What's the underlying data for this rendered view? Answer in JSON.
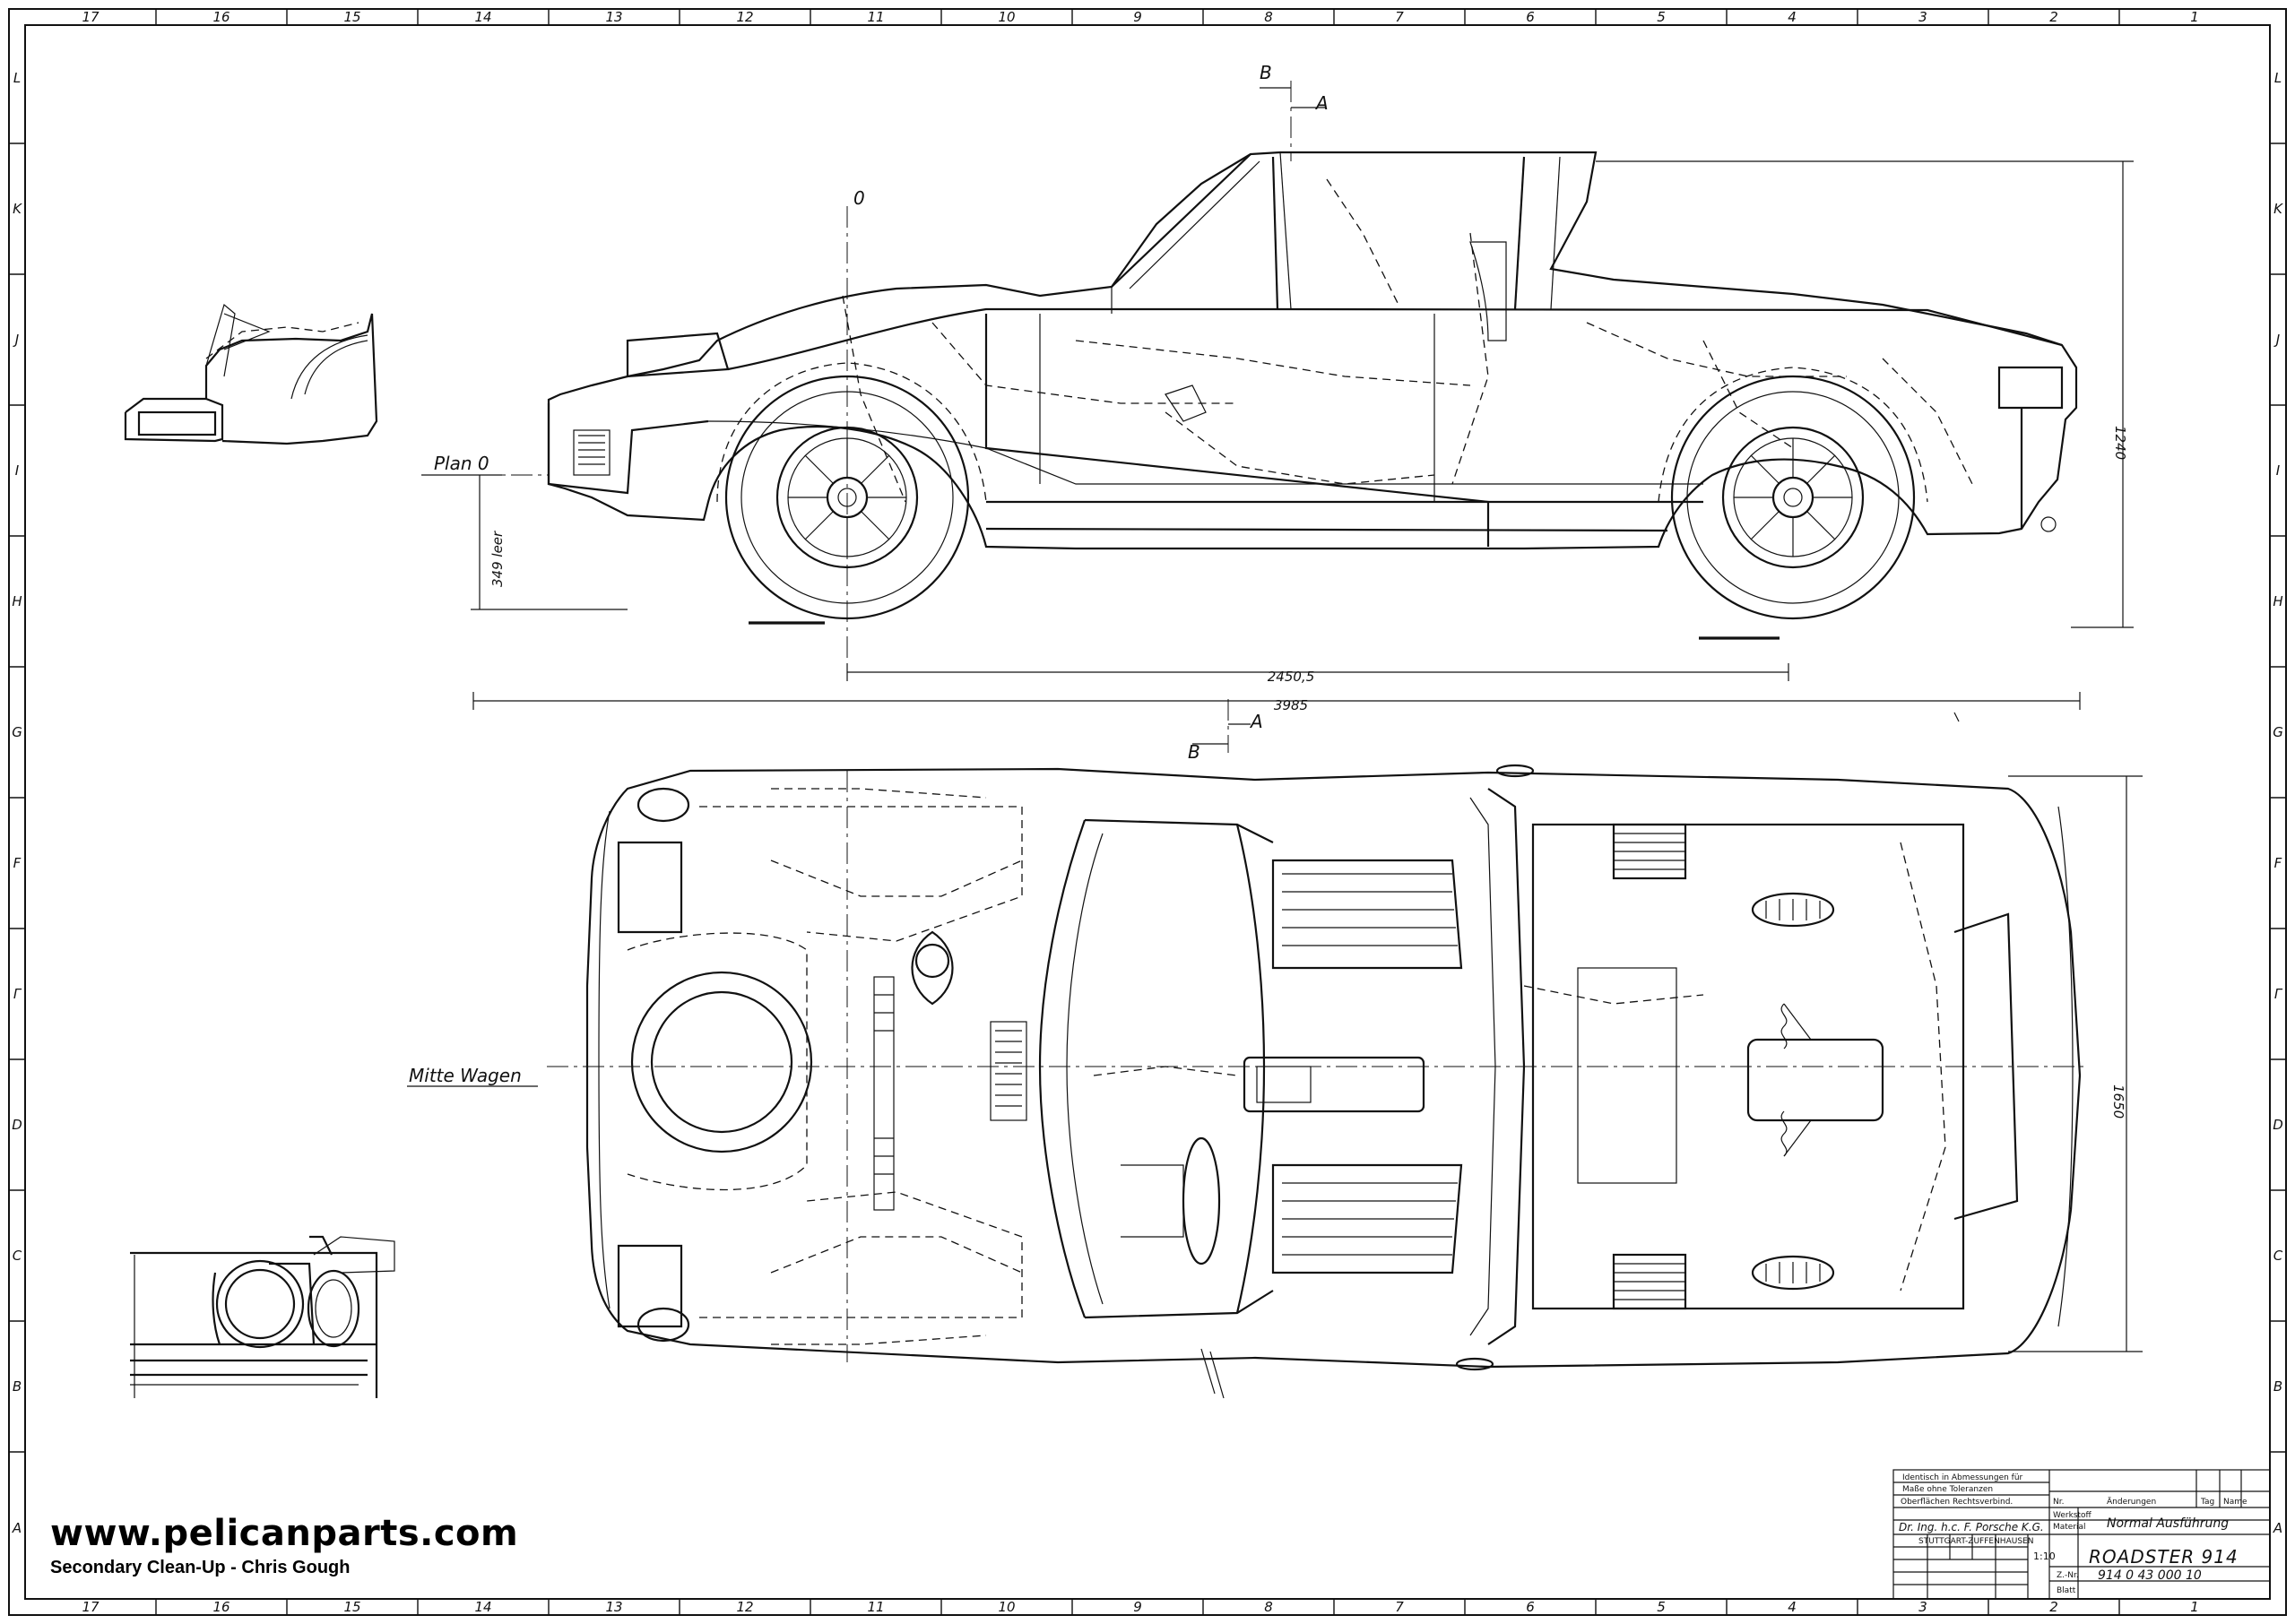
{
  "border": {
    "col_labels": [
      "17",
      "16",
      "15",
      "14",
      "13",
      "12",
      "11",
      "10",
      "9",
      "8",
      "7",
      "6",
      "5",
      "4",
      "3",
      "2",
      "1"
    ],
    "row_labels": [
      "L",
      "K",
      "J",
      "I",
      "H",
      "G",
      "F",
      "Г",
      "D",
      "C",
      "B",
      "A"
    ]
  },
  "labels": {
    "plan": "Plan 0",
    "zero": "0",
    "mitte": "Mitte Wagen",
    "section_b": "B",
    "section_a": "A"
  },
  "dimensions": {
    "wheelbase": "2450,5",
    "length": "3985",
    "height": "1240",
    "ground": "349 leer",
    "width": "1650"
  },
  "title_block": {
    "r1a": "Identisch in Abmessungen für",
    "r1b": "Maße ohne Toleranzen",
    "r1c": "Oberflächen   Rechtsverbind.",
    "nr": "Nr.",
    "aend": "Änderungen",
    "tag": "Tag",
    "name": "Name",
    "werkstoff": "Werkstoff",
    "material": "Material",
    "ausfuehrung": "Normal Ausführung",
    "firm": "Dr. Ing. h.c. F. Porsche K.G.",
    "city": "STUTTGART-ZUFFENHAUSEN",
    "scale": "1:10",
    "title": "ROADSTER 914",
    "zeichnung": "Z.-Nr.",
    "number": "914 0 43 000 10",
    "blatt": "Blatt"
  },
  "watermark": {
    "site": "www.pelicanparts.com",
    "credit": "Secondary Clean-Up - Chris Gough"
  }
}
